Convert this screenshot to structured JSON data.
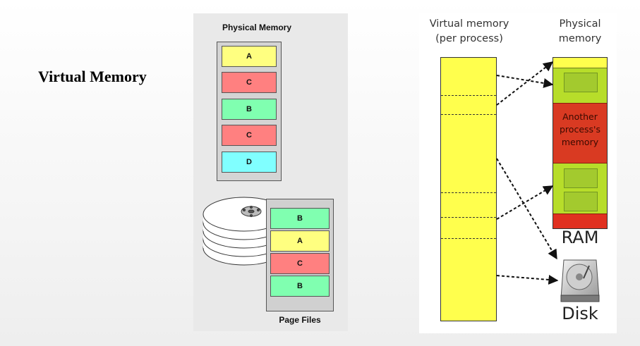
{
  "slide": {
    "title": "Virtual Memory"
  },
  "left_figure": {
    "physical_memory_title": "Physical Memory",
    "physical_memory_slots": [
      {
        "label": "A",
        "color": "#ffff80"
      },
      {
        "label": "C",
        "color": "#ff8080"
      },
      {
        "label": "B",
        "color": "#80ffb0"
      },
      {
        "label": "C",
        "color": "#ff8080"
      },
      {
        "label": "D",
        "color": "#80ffff"
      }
    ],
    "page_files_title": "Page Files",
    "page_file_slots": [
      {
        "label": "B",
        "color": "#80ffb0"
      },
      {
        "label": "A",
        "color": "#ffff80"
      },
      {
        "label": "C",
        "color": "#ff8080"
      },
      {
        "label": "B",
        "color": "#80ffb0"
      }
    ]
  },
  "right_figure": {
    "virtual_memory_title_line1": "Virtual memory",
    "virtual_memory_title_line2": "(per process)",
    "physical_memory_title_line1": "Physical",
    "physical_memory_title_line2": "memory",
    "other_process_line1": "Another",
    "other_process_line2": "process's",
    "other_process_line3": "memory",
    "ram_label": "RAM",
    "disk_label": "Disk",
    "colors": {
      "virtual": "#ffff4d",
      "ram": "#b7dd2a",
      "other_process": "#d93a22"
    }
  }
}
